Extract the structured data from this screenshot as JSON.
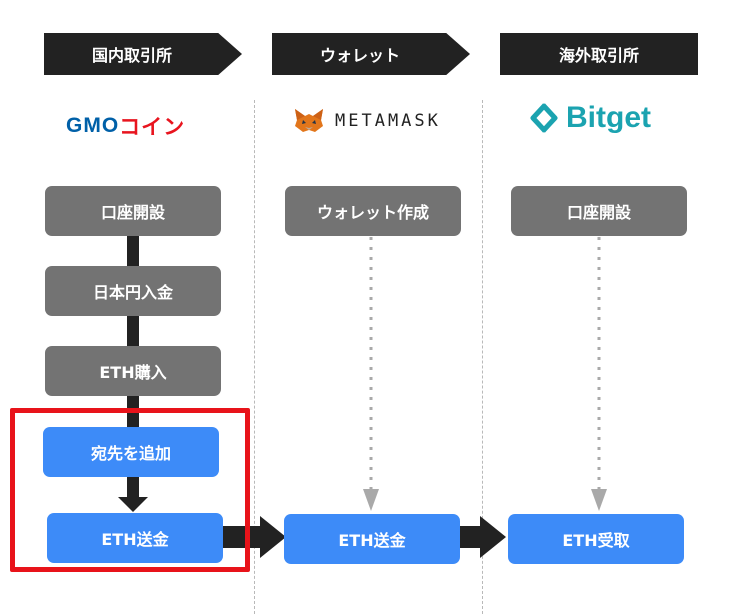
{
  "headers": {
    "col1": "国内取引所",
    "col2": "ウォレット",
    "col3": "海外取引所"
  },
  "logos": {
    "gmo_a": "GMO",
    "gmo_b": "コイン",
    "metamask": "METAMASK",
    "bitget": "Bitget"
  },
  "col1": {
    "step1": "口座開設",
    "step2": "日本円入金",
    "step3": "ETH購入",
    "step4": "宛先を追加",
    "step5": "ETH送金"
  },
  "col2": {
    "step1": "ウォレット作成",
    "step2": "ETH送金"
  },
  "col3": {
    "step1": "口座開設",
    "step2": "ETH受取"
  },
  "colors": {
    "header": "#222222",
    "gray_box": "#737373",
    "blue_box": "#3d8bf8",
    "highlight": "#e8131a",
    "bitget": "#1ba3b0",
    "gmo_blue": "#0060a8",
    "gmo_red": "#e8141e"
  }
}
